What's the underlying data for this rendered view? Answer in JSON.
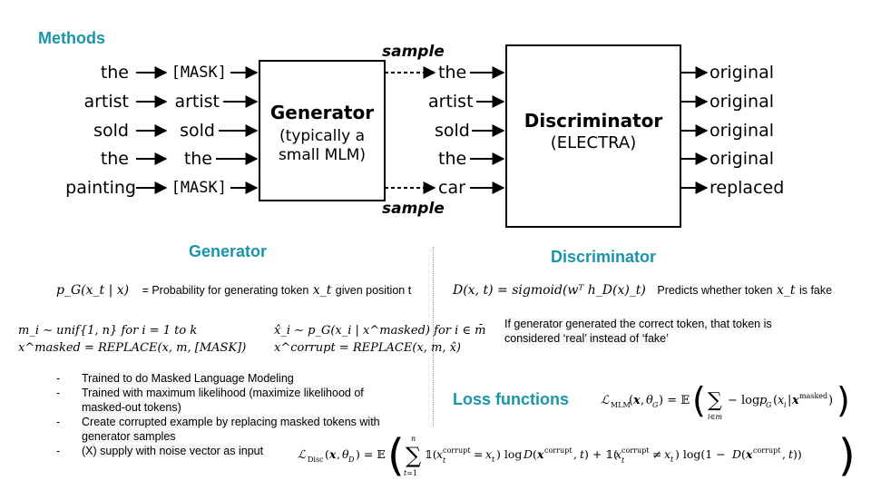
{
  "methods_title": "Methods",
  "diagram": {
    "inputs": [
      "the",
      "artist",
      "sold",
      "the",
      "painting"
    ],
    "masked": [
      "[MASK]",
      "artist",
      "sold",
      "the",
      "[MASK]"
    ],
    "generator": {
      "title": "Generator",
      "line2": "(typically a",
      "line3": "small MLM)"
    },
    "sample_top": "sample",
    "sample_bottom": "sample",
    "gen_outputs": [
      "the",
      "artist",
      "sold",
      "the",
      "car"
    ],
    "discriminator": {
      "title": "Discriminator",
      "subtitle": "(ELECTRA)"
    },
    "disc_outputs": [
      "original",
      "original",
      "original",
      "original",
      "replaced"
    ]
  },
  "generator_section": {
    "heading": "Generator",
    "prob_formula": "p_G(x_t | x)",
    "prob_text_pre": "= Probability for generating token",
    "prob_token": "x_t",
    "prob_text_post": "given position t",
    "eq_mask_sample": "m_i ∼ unif{1, n} for i = 1 to k",
    "eq_masked": "x^masked = REPLACE(x, m, [MASK])",
    "eq_gen_sample": "x̂_i ∼ p_G(x_i | x^masked) for i ∈ m",
    "eq_corrupt": "x^corrupt = REPLACE(x, m, x̂)",
    "bullets": [
      "Trained to do Masked Language Modeling",
      "Trained with maximum likelihood (maximize likelihood of masked-out tokens)",
      "Create corrupted example by replacing masked tokens with generator samples",
      "(X) supply with noise vector as input"
    ]
  },
  "discriminator_section": {
    "heading": "Discriminator",
    "formula": "D(x, t) = sigmoid(wᵀ h_D(x)_t)",
    "formula_text_pre": "Predicts whether token",
    "formula_token": "x_t",
    "formula_text_post": "is fake",
    "bullet": "If generator generated the correct token, that token is considered ‘real’ instead of ‘fake’"
  },
  "loss_section": {
    "heading": "Loss functions"
  }
}
